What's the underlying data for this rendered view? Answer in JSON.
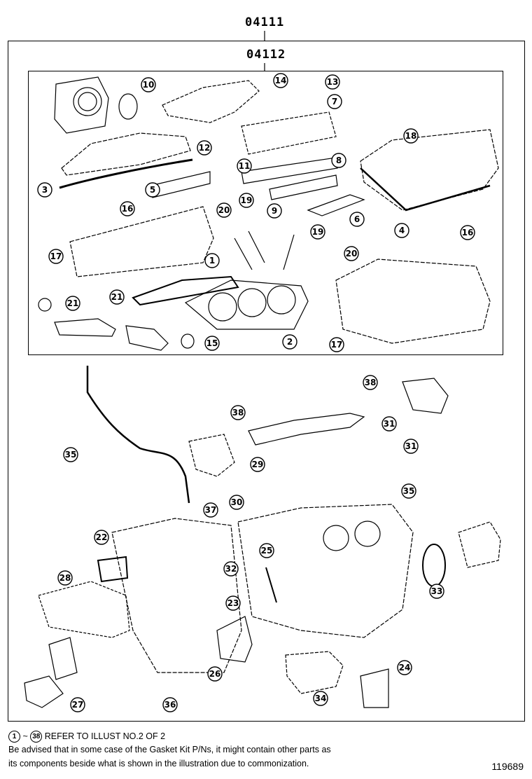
{
  "header": {
    "kit_part_number": "04111",
    "subkit_part_number": "04112"
  },
  "callouts": [
    "1",
    "2",
    "3",
    "4",
    "5",
    "6",
    "7",
    "8",
    "9",
    "10",
    "11",
    "12",
    "13",
    "14",
    "15",
    "16",
    "16",
    "17",
    "17",
    "18",
    "19",
    "19",
    "20",
    "20",
    "21",
    "21",
    "22",
    "23",
    "24",
    "25",
    "26",
    "27",
    "28",
    "29",
    "30",
    "31",
    "31",
    "32",
    "33",
    "34",
    "35",
    "35",
    "36",
    "37",
    "38",
    "38"
  ],
  "footer": {
    "range_start": "1",
    "range_tilde": "~",
    "range_end": "38",
    "refer_text": "REFER TO ILLUST NO.2 OF 2",
    "advisory_line1": "Be advised that in some case of the Gasket Kit P/Ns,  it might contain other parts as",
    "advisory_line2": "its components beside what is shown in the illustration due to commonization.",
    "illustration_code": "119689"
  }
}
